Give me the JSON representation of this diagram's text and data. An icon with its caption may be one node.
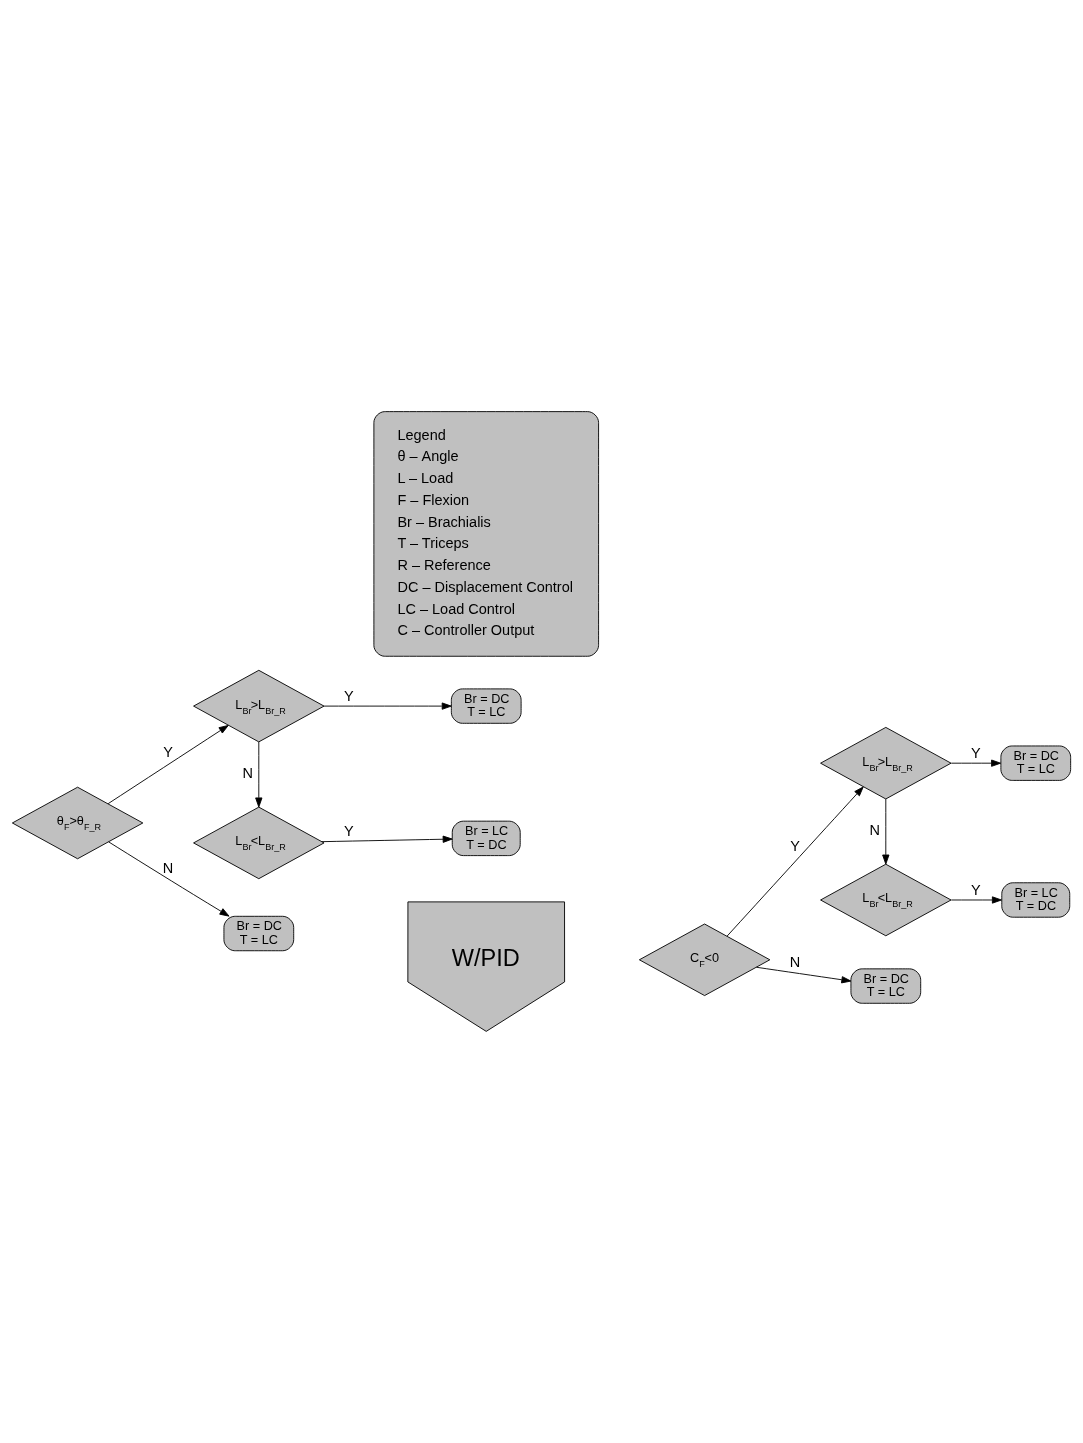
{
  "diagram": {
    "nodes": [
      {
        "text": [
          "θ$_{F}$>θ$_{F_R}$"
        ]
      },
      {
        "text": [
          "L$_{Br}$>L$_{Br_R}$"
        ]
      },
      {
        "text": [
          "Br = DC",
          "T = LC"
        ]
      },
      {
        "text": [
          "L$_{Br}$<L$_{Br_R}$"
        ]
      },
      {
        "text": [
          "Br = LC",
          "T = DC"
        ]
      },
      {
        "text": [
          "Br = DC",
          "T = LC"
        ]
      },
      {
        "text": [
          "W/PID"
        ]
      },
      {
        "text": [
          "C$_{F}$<0"
        ]
      },
      {
        "text": [
          "L$_{Br}$>L$_{Br_R}$"
        ]
      },
      {
        "text": [
          "Br = DC",
          "T = LC"
        ]
      },
      {
        "text": [
          "L$_{Br}$<L$_{Br_R}$"
        ]
      },
      {
        "text": [
          "Br = LC",
          "T = DC"
        ]
      },
      {
        "text": [
          "Br = DC",
          "T = LC"
        ]
      },
      {
        "text": [
          "Legend",
          "θ – Angle",
          "L – Load",
          "F – Flexion",
          "Br – Brachialis",
          "T – Triceps",
          "R – Reference",
          "DC – Displacement Control",
          "LC – Load Control",
          "C – Controller Output"
        ]
      }
    ],
    "edges": [
      {
        "from": 0,
        "to": 1,
        "arrow": "to",
        "label": "Y"
      },
      {
        "from": 1,
        "to": 2,
        "arrow": "to",
        "label": "Y"
      },
      {
        "from": 1,
        "to": 3,
        "arrow": "to",
        "label": "N"
      },
      {
        "from": 3,
        "to": 4,
        "arrow": "to",
        "label": "Y"
      },
      {
        "from": 0,
        "to": 5,
        "arrow": "to",
        "label": "N"
      },
      {
        "from": 7,
        "to": 8,
        "arrow": "to",
        "label": "Y"
      },
      {
        "from": 8,
        "to": 9,
        "arrow": "to",
        "label": "Y"
      },
      {
        "from": 8,
        "to": 10,
        "arrow": "to",
        "label": "N"
      },
      {
        "from": 10,
        "to": 11,
        "arrow": "to",
        "label": "Y"
      },
      {
        "from": 7,
        "to": 12,
        "arrow": "to",
        "label": "N"
      }
    ]
  }
}
